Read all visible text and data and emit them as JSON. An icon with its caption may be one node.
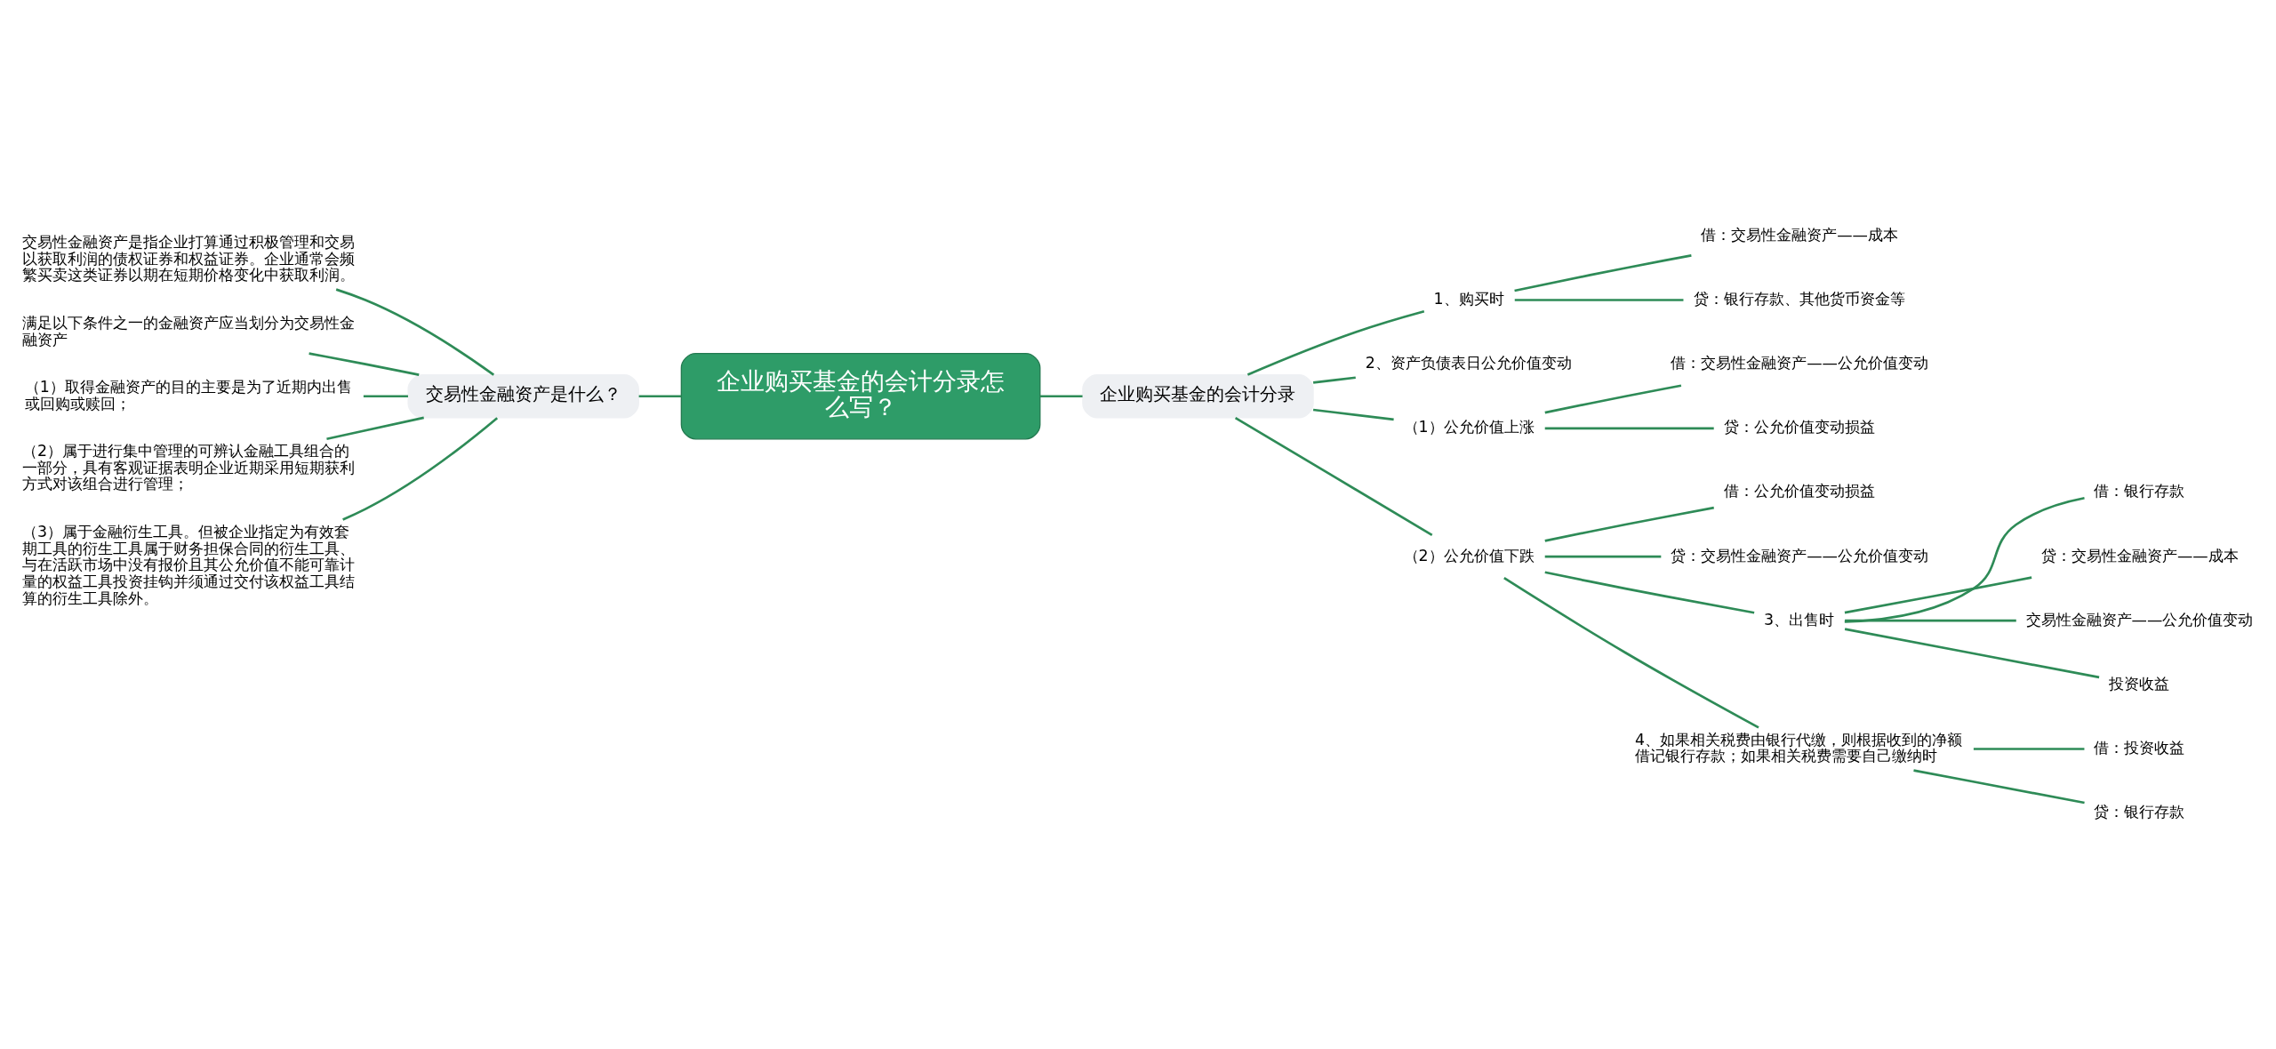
{
  "diagram": {
    "nodes": [
      {
        "text": [
          "企业购买基金的会计分录怎么写？"
        ]
      },
      {
        "text": [
          "交易性金融资产是什么？"
        ]
      },
      {
        "text": [
          "交易性金融资产是指企业打算通过积极管理和交易以获取利润的债权证券和权益证券。企业通常会频繁买卖这类证券以期在短期价格变化中获取利润。"
        ]
      },
      {
        "text": [
          "满足以下条件之一的金融资产应当划分为交易性金融资产"
        ]
      },
      {
        "text": [
          "（1）取得金融资产的目的主要是为了近期内出售或回购或赎回；"
        ]
      },
      {
        "text": [
          "（2）属于进行集中管理的可辨认金融工具组合的一部分，具有客观证据表明企业近期采用短期获利方式对该组合进行管理；"
        ]
      },
      {
        "text": [
          "（3）属于金融衍生工具。但被企业指定为有效套期工具的衍生工具属于财务担保合同的衍生工具、与在活跃市场中没有报价且其公允价值不能可靠计量的权益工具投资挂钩并须通过交付该权益工具结算的衍生工具除外。"
        ]
      },
      {
        "text": [
          "企业购买基金的会计分录"
        ]
      },
      {
        "text": [
          "1、购买时"
        ]
      },
      {
        "text": [
          "借：交易性金融资产——成本"
        ]
      },
      {
        "text": [
          "贷：银行存款、其他货币资金等"
        ]
      },
      {
        "text": [
          "2、资产负债表日公允价值变动"
        ]
      },
      {
        "text": [
          "（1）公允价值上涨"
        ]
      },
      {
        "text": [
          "借：交易性金融资产——公允价值变动"
        ]
      },
      {
        "text": [
          "贷：公允价值变动损益"
        ]
      },
      {
        "text": [
          "（2）公允价值下跌"
        ]
      },
      {
        "text": [
          "借：公允价值变动损益"
        ]
      },
      {
        "text": [
          "贷：交易性金融资产——公允价值变动"
        ]
      },
      {
        "text": [
          "3、出售时"
        ]
      },
      {
        "text": [
          "借：银行存款"
        ]
      },
      {
        "text": [
          "贷：交易性金融资产——成本"
        ]
      },
      {
        "text": [
          "交易性金融资产——公允价值变动"
        ]
      },
      {
        "text": [
          "投资收益"
        ]
      },
      {
        "text": [
          "4、如果相关税费由银行代缴，则根据收到的净额借记银行存款；如果相关税费需要自己缴纳时"
        ]
      },
      {
        "text": [
          "借：投资收益"
        ]
      },
      {
        "text": [
          "贷：银行存款"
        ]
      }
    ],
    "edges": [
      {
        "from": 0,
        "to": 1,
        "arrow": "none"
      },
      {
        "from": 1,
        "to": 2,
        "arrow": "none"
      },
      {
        "from": 1,
        "to": 3,
        "arrow": "none"
      },
      {
        "from": 1,
        "to": 4,
        "arrow": "none"
      },
      {
        "from": 1,
        "to": 5,
        "arrow": "none"
      },
      {
        "from": 1,
        "to": 6,
        "arrow": "none"
      },
      {
        "from": 0,
        "to": 7,
        "arrow": "none"
      },
      {
        "from": 7,
        "to": 8,
        "arrow": "none"
      },
      {
        "from": 8,
        "to": 9,
        "arrow": "none"
      },
      {
        "from": 8,
        "to": 10,
        "arrow": "none"
      },
      {
        "from": 7,
        "to": 11,
        "arrow": "none"
      },
      {
        "from": 7,
        "to": 12,
        "arrow": "none"
      },
      {
        "from": 12,
        "to": 13,
        "arrow": "none"
      },
      {
        "from": 12,
        "to": 14,
        "arrow": "none"
      },
      {
        "from": 7,
        "to": 15,
        "arrow": "none"
      },
      {
        "from": 15,
        "to": 16,
        "arrow": "none"
      },
      {
        "from": 15,
        "to": 17,
        "arrow": "none"
      },
      {
        "from": 15,
        "to": 18,
        "arrow": "none"
      },
      {
        "from": 18,
        "to": 19,
        "arrow": "none"
      },
      {
        "from": 18,
        "to": 20,
        "arrow": "none"
      },
      {
        "from": 18,
        "to": 21,
        "arrow": "none"
      },
      {
        "from": 18,
        "to": 22,
        "arrow": "none"
      },
      {
        "from": 15,
        "to": 23,
        "arrow": "none"
      },
      {
        "from": 23,
        "to": 24,
        "arrow": "none"
      },
      {
        "from": 23,
        "to": 25,
        "arrow": "none"
      }
    ]
  }
}
